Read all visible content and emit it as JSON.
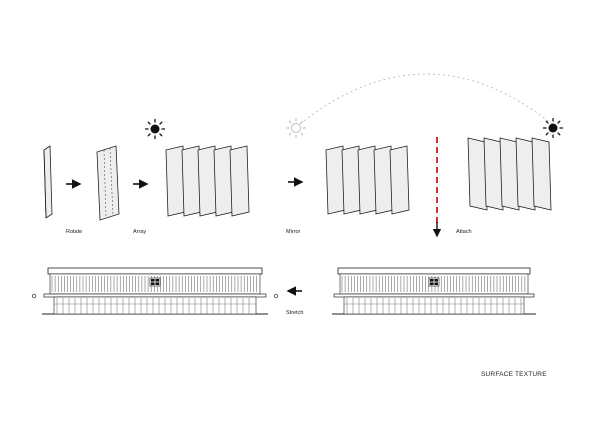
{
  "steps": {
    "rotate": "Rotate",
    "array": "Array",
    "mirror": "Mirror",
    "attach": "Attach",
    "stretch": "Stretch"
  },
  "title": "SURFACE TEXTURE",
  "icons": {
    "sun_filled": "sun-icon",
    "sun_outline": "sun-outline-icon",
    "window": "window-icon"
  },
  "colors": {
    "ink": "#222222",
    "panel_fill": "#eeeeee",
    "sun_arc": "#bbbbbb",
    "attach_line": "#d8302c"
  }
}
